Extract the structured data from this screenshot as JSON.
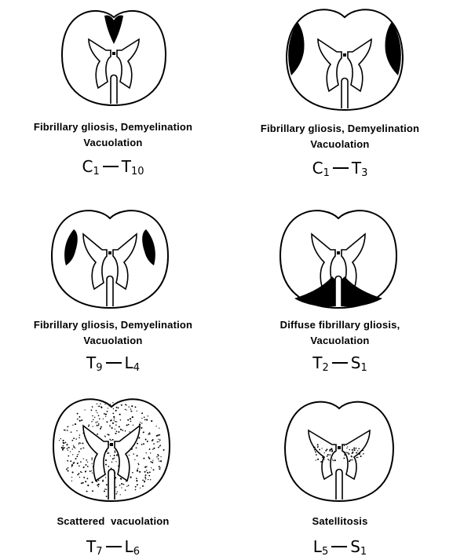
{
  "panels": [
    {
      "id": "p1",
      "line1": "Fibrillary gliosis, Demyelination",
      "line2": "Vacuolation",
      "from": {
        "letter": "C",
        "sub": "1"
      },
      "to": {
        "letter": "T",
        "sub": "10"
      },
      "lesion": "posterior-columns"
    },
    {
      "id": "p2",
      "line1": "Fibrillary gliosis, Demyelination",
      "line2": "Vacuolation",
      "from": {
        "letter": "C",
        "sub": "1"
      },
      "to": {
        "letter": "T",
        "sub": "3"
      },
      "lesion": "lateral-peripheral"
    },
    {
      "id": "p3",
      "line1": "Fibrillary gliosis, Demyelination",
      "line2": "Vacuolation",
      "from": {
        "letter": "T",
        "sub": "9"
      },
      "to": {
        "letter": "L",
        "sub": "4"
      },
      "lesion": "lateral-columns"
    },
    {
      "id": "p4",
      "line1": "Diffuse fibrillary gliosis,",
      "line2": "Vacuolation",
      "from": {
        "letter": "T",
        "sub": "2"
      },
      "to": {
        "letter": "S",
        "sub": "1"
      },
      "lesion": "anterior-columns"
    },
    {
      "id": "p5",
      "line1": "Scattered  vacuolation",
      "line2": "",
      "from": {
        "letter": "T",
        "sub": "7"
      },
      "to": {
        "letter": "L",
        "sub": "6"
      },
      "lesion": "scattered-white-matter"
    },
    {
      "id": "p6",
      "line1": "Satellitosis",
      "line2": "",
      "from": {
        "letter": "L",
        "sub": "5"
      },
      "to": {
        "letter": "S",
        "sub": "1"
      },
      "lesion": "gray-matter-stipple"
    }
  ],
  "colors": {
    "ink": "#000000",
    "background": "#ffffff"
  }
}
